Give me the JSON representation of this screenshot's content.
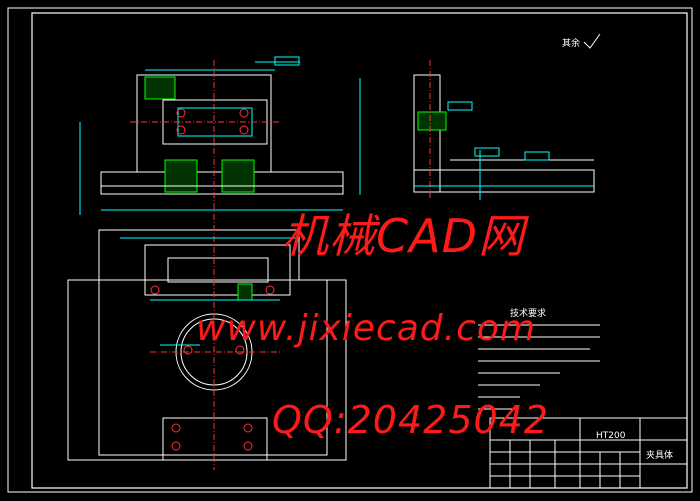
{
  "title_block": {
    "material": "HT200",
    "part_name": "夹具体"
  },
  "roughness_note": "其余",
  "notes": {
    "heading": "技术要求"
  },
  "watermark": {
    "line1": "机械CAD网",
    "line2": "www.jixiecad.com",
    "line3": "QQ:20425042"
  },
  "colors": {
    "background": "#000000",
    "outline": "#ffffff",
    "dimension": "#00ffff",
    "hatch": "#00ff00",
    "hole": "#ff3333",
    "watermark": "#ff1a1a"
  }
}
